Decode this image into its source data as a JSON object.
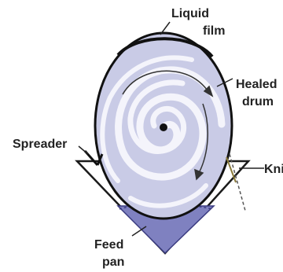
{
  "diagram": {
    "labels": {
      "liquid_film_1": "Liquid",
      "liquid_film_2": "film",
      "heated_drum_1": "Healed",
      "heated_drum_2": "drum",
      "spreader": "Spreader",
      "knife": "Kni",
      "feed_pan_1": "Feed",
      "feed_pan_2": "pan"
    },
    "colors": {
      "drum_fill": "#c9cbe6",
      "swirl": "#f4f4fb",
      "outline": "#111111",
      "pan_liquid": "#6e6fb0",
      "pan_fill": "#8e90c8"
    }
  }
}
